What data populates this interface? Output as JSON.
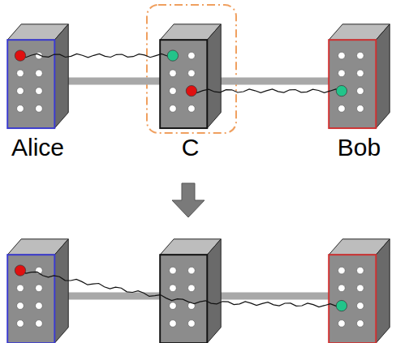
{
  "diagram": {
    "nodes": [
      {
        "text": [
          "Alice"
        ]
      },
      {
        "text": [
          "C"
        ]
      },
      {
        "text": [
          "Bob"
        ]
      }
    ],
    "edges": [
      {
        "from": 0,
        "to": 1,
        "arrow": "none"
      },
      {
        "from": 1,
        "to": 2,
        "arrow": "none"
      }
    ]
  }
}
